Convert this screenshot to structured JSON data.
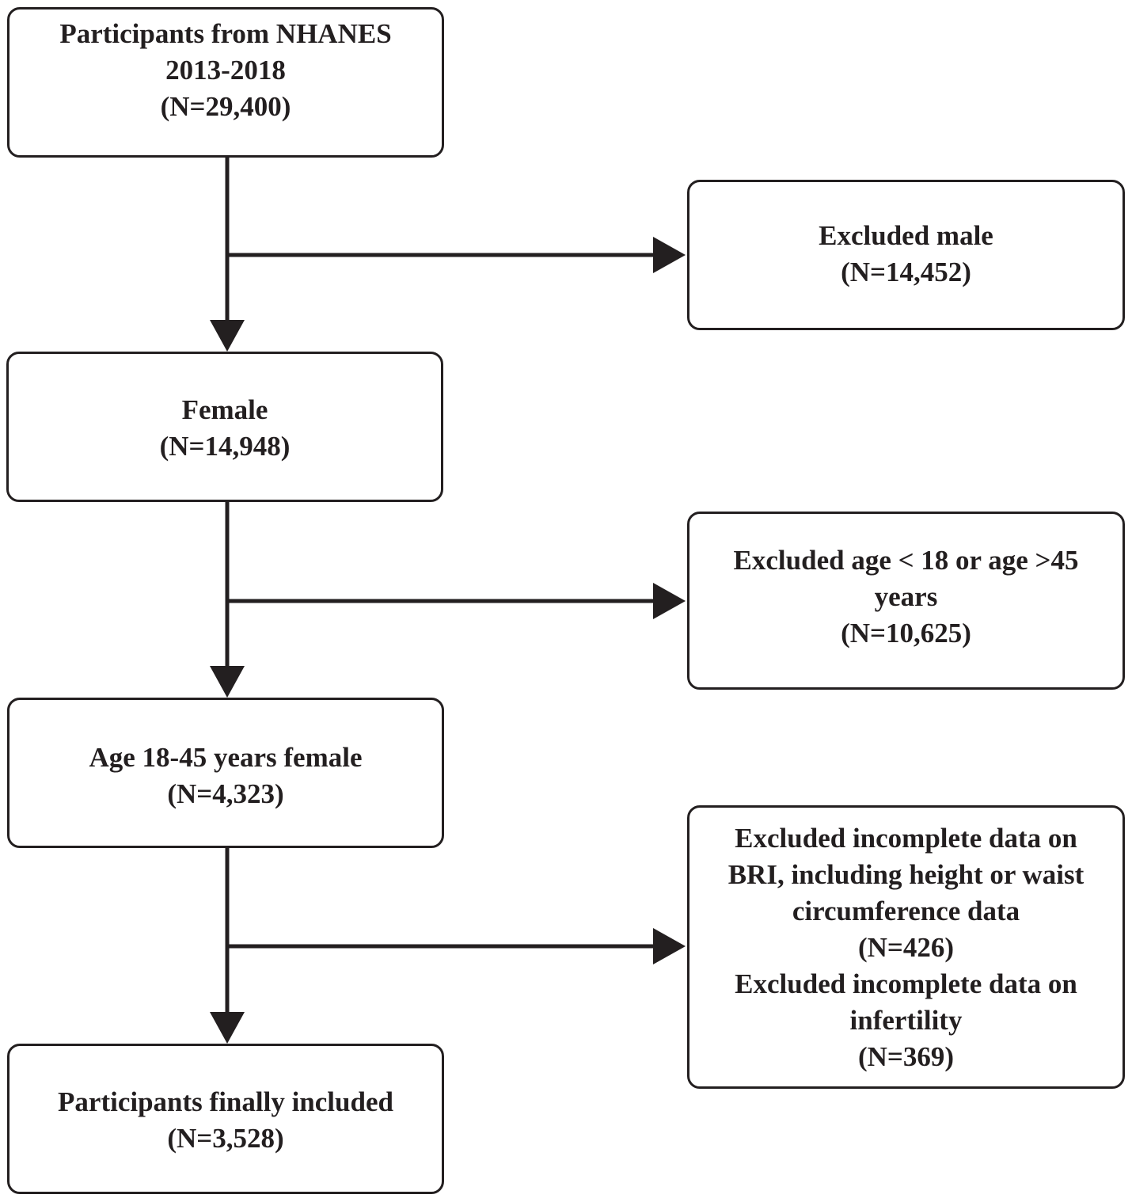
{
  "flowchart": {
    "main_boxes": [
      {
        "id": "participants-nhanes",
        "lines": [
          "Participants from NHANES",
          "2013-2018",
          "(N=29,400)"
        ]
      },
      {
        "id": "female",
        "lines": [
          "Female",
          "(N=14,948)"
        ]
      },
      {
        "id": "age-18-45-female",
        "lines": [
          "Age 18-45 years female",
          "(N=4,323)"
        ]
      },
      {
        "id": "finally-included",
        "lines": [
          "Participants finally included",
          "(N=3,528)"
        ]
      }
    ],
    "exclusion_boxes": [
      {
        "id": "excluded-male",
        "lines": [
          "Excluded male",
          "(N=14,452)"
        ]
      },
      {
        "id": "excluded-age",
        "lines": [
          "Excluded age < 18 or age >45",
          "years",
          "(N=10,625)"
        ]
      },
      {
        "id": "excluded-incomplete",
        "lines": [
          "Excluded incomplete  data on",
          "BRI, including height or waist",
          "circumference data",
          "(N=426)",
          "Excluded incomplete  data on",
          "infertility",
          "(N=369)"
        ]
      }
    ],
    "line_color": "#231f20"
  }
}
